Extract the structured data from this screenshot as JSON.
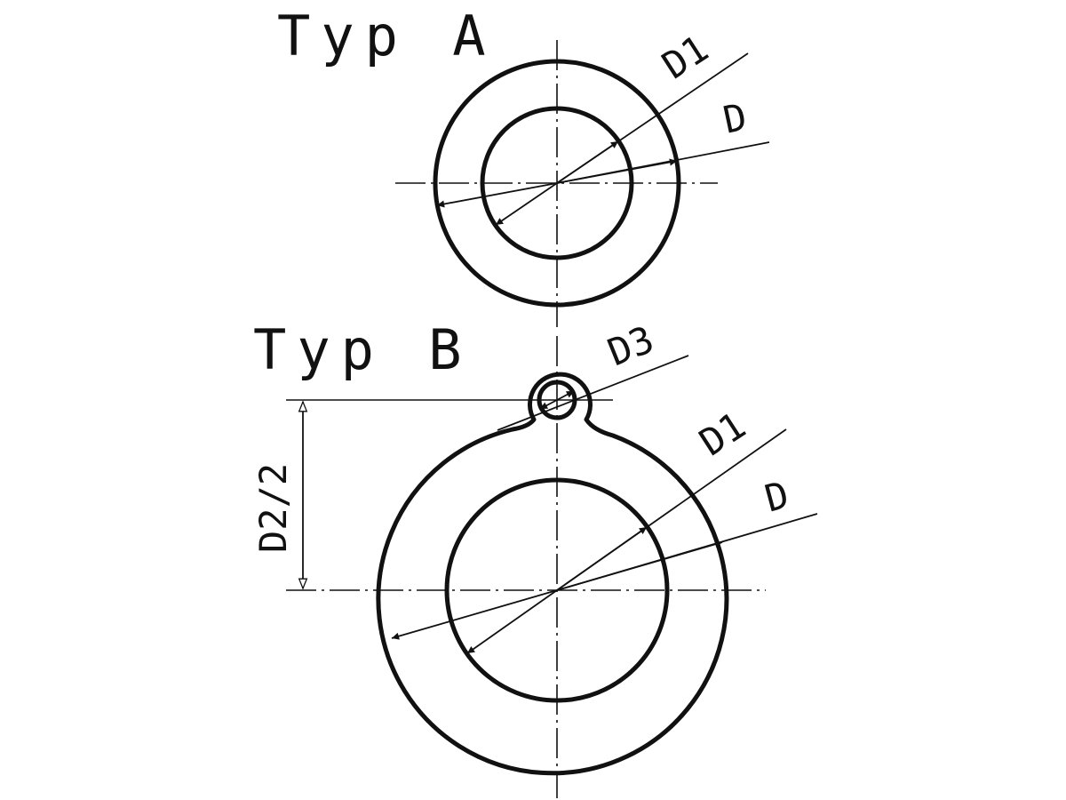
{
  "titles": {
    "type_a": "Typ A",
    "type_b": "Typ B"
  },
  "labels": {
    "a_d1": "D1",
    "a_d": "D",
    "b_d3": "D3",
    "b_d1": "D1",
    "b_d": "D",
    "b_d2_half": "D2/2"
  },
  "colors": {
    "line": "#111111",
    "background": "#ffffff"
  }
}
